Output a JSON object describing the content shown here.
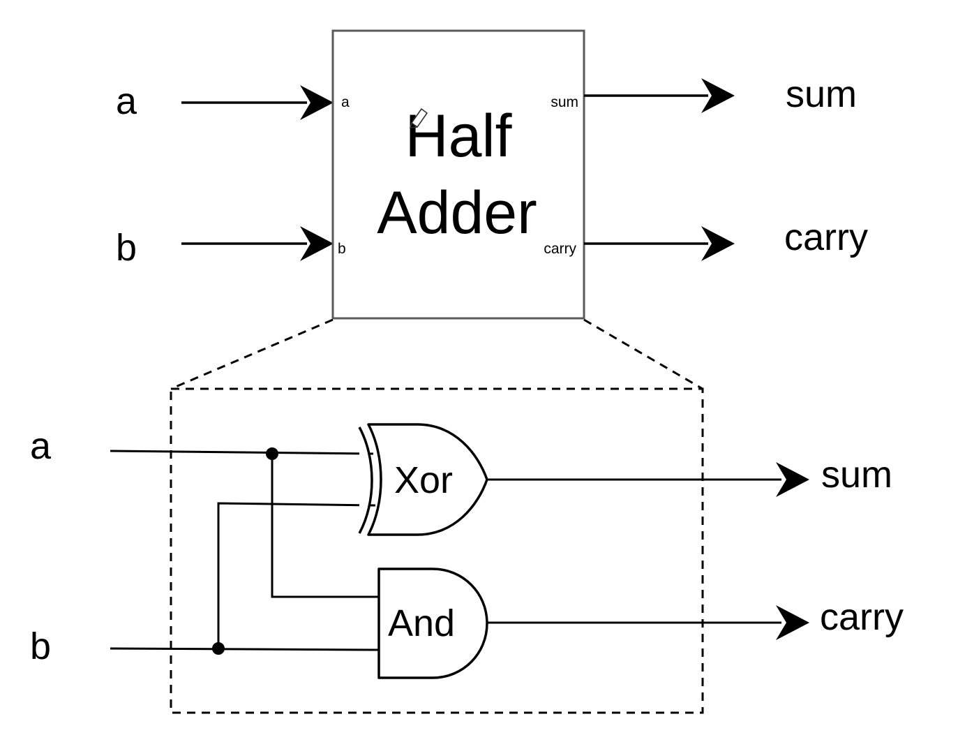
{
  "top_diagram": {
    "inputs": [
      "a",
      "b"
    ],
    "outputs": [
      "sum",
      "carry"
    ],
    "block": {
      "title_line1": "Half",
      "title_line2": "Adder",
      "port_in_a": "a",
      "port_in_b": "b",
      "port_out_sum": "sum",
      "port_out_carry": "carry"
    }
  },
  "bottom_diagram": {
    "inputs": [
      "a",
      "b"
    ],
    "outputs": [
      "sum",
      "carry"
    ],
    "gates": {
      "xor": "Xor",
      "and": "And"
    }
  },
  "icons": {
    "cursor": "pencil-icon"
  },
  "colors": {
    "line": "#000000",
    "block_border": "#5a5a5a",
    "background": "#ffffff"
  }
}
